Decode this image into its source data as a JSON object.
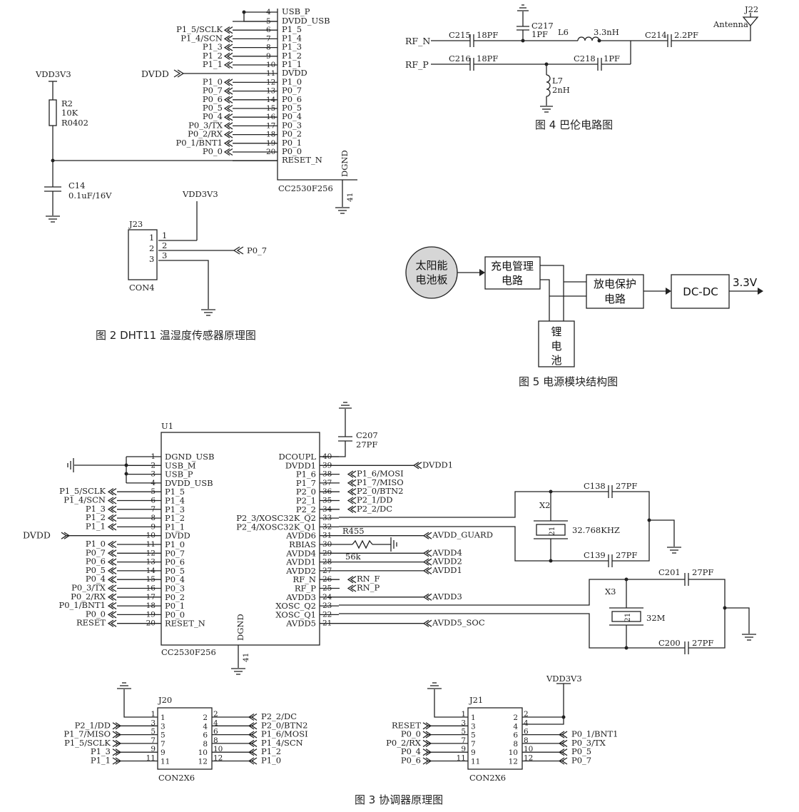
{
  "fig2": {
    "caption": "图 2   DHT11 温湿度传感器原理图",
    "chip_name": "CC2530F256",
    "dgnd": "DGND",
    "dgnd_pin": "41",
    "pins": [
      {
        "num": "4",
        "name": "USB_P",
        "net": ""
      },
      {
        "num": "5",
        "name": "DVDD_USB",
        "net": ""
      },
      {
        "num": "6",
        "name": "P1_5",
        "net": "P1_5/SCLK"
      },
      {
        "num": "7",
        "name": "P1_4",
        "net": "P1_4/SCN"
      },
      {
        "num": "8",
        "name": "P1_3",
        "net": "P1_3"
      },
      {
        "num": "9",
        "name": "P1_2",
        "net": "P1_2"
      },
      {
        "num": "10",
        "name": "P1_1",
        "net": "P1_1"
      },
      {
        "num": "11",
        "name": "DVDD",
        "net": ""
      },
      {
        "num": "12",
        "name": "P1_0",
        "net": "P1_0"
      },
      {
        "num": "13",
        "name": "P0_7",
        "net": "P0_7"
      },
      {
        "num": "14",
        "name": "P0_6",
        "net": "P0_6"
      },
      {
        "num": "15",
        "name": "P0_5",
        "net": "P0_5"
      },
      {
        "num": "16",
        "name": "P0_4",
        "net": "P0_4"
      },
      {
        "num": "17",
        "name": "P0_3",
        "net": "P0_3/TX"
      },
      {
        "num": "18",
        "name": "P0_2",
        "net": "P0_2/RX"
      },
      {
        "num": "19",
        "name": "P0_1",
        "net": "P0_1/BNT1"
      },
      {
        "num": "20",
        "name": "P0_0",
        "net": "P0_0"
      },
      {
        "num": "",
        "name": "RESET_N",
        "net": ""
      }
    ],
    "dvdd": "DVDD",
    "vdd1": "VDD3V3",
    "r2_ref": "R2",
    "r2_val": "10K",
    "r2_pkg": "R0402",
    "c14_ref": "C14",
    "c14_val": "0.1uF/16V",
    "vdd2": "VDD3V3",
    "j23_ref": "J23",
    "j23_name": "CON4",
    "j23_pins": [
      "1",
      "2",
      "3"
    ],
    "j23_inner": [
      "1",
      "2",
      "3"
    ],
    "p07": "P0_7"
  },
  "fig4": {
    "caption": "图 4   巴伦电路图",
    "rf_n": "RF_N",
    "rf_p": "RF_P",
    "c215": "C215",
    "c215_v": "18PF",
    "c216": "C216",
    "c216_v": "18PF",
    "c217": "C217",
    "c217_v": "1PF",
    "c218": "C218",
    "c218_v": "1PF",
    "c214": "C214",
    "c214_v": "2.2PF",
    "l6": "L6",
    "l6_v": "3.3nH",
    "l7": "L7",
    "l7_v": "2nH",
    "j22": "J22",
    "antenna": "Antenna"
  },
  "fig5": {
    "caption": "图 5   电源模块结构图",
    "solar": [
      "太阳能",
      "电池板"
    ],
    "charge": [
      "充电管理",
      "电路"
    ],
    "discharge": [
      "放电保护",
      "电路"
    ],
    "dcdc": "DC-DC",
    "battery": [
      "锂",
      "电",
      "池"
    ],
    "out": "3.3V"
  },
  "fig3": {
    "caption": "图 3   协调器原理图",
    "u1": "U1",
    "chip_name": "CC2530F256",
    "dgnd": "DGND",
    "dgnd_pin": "41",
    "left_pins": [
      {
        "num": "1",
        "name": "DGND_USB",
        "net": ""
      },
      {
        "num": "2",
        "name": "USB_M",
        "net": ""
      },
      {
        "num": "3",
        "name": "USB_P",
        "net": ""
      },
      {
        "num": "4",
        "name": "DVDD_USB",
        "net": ""
      },
      {
        "num": "5",
        "name": "P1_5",
        "net": "P1_5/SCLK"
      },
      {
        "num": "6",
        "name": "P1_4",
        "net": "P1_4/SCN"
      },
      {
        "num": "7",
        "name": "P1_3",
        "net": "P1_3"
      },
      {
        "num": "8",
        "name": "P1_2",
        "net": "P1_2"
      },
      {
        "num": "9",
        "name": "P1_1",
        "net": "P1_1"
      },
      {
        "num": "10",
        "name": "DVDD",
        "net": "DVDD"
      },
      {
        "num": "11",
        "name": "P1_0",
        "net": "P1_0"
      },
      {
        "num": "12",
        "name": "P0_7",
        "net": "P0_7"
      },
      {
        "num": "13",
        "name": "P0_6",
        "net": "P0_6"
      },
      {
        "num": "14",
        "name": "P0_5",
        "net": "P0_5"
      },
      {
        "num": "15",
        "name": "P0_4",
        "net": "P0_4"
      },
      {
        "num": "16",
        "name": "P0_3",
        "net": "P0_3/TX"
      },
      {
        "num": "17",
        "name": "P0_2",
        "net": "P0_2/RX"
      },
      {
        "num": "18",
        "name": "P0_1",
        "net": "P0_1/BNT1"
      },
      {
        "num": "19",
        "name": "P0_0",
        "net": "P0_0"
      },
      {
        "num": "20",
        "name": "RESET_N",
        "net": "RESET"
      }
    ],
    "right_pins": [
      {
        "num": "40",
        "name": "DCOUPL",
        "net": ""
      },
      {
        "num": "39",
        "name": "DVDD1",
        "net": "DVDD1"
      },
      {
        "num": "38",
        "name": "P1_6",
        "net": "P1_6/MOSI"
      },
      {
        "num": "37",
        "name": "P1_7",
        "net": "P1_7/MISO"
      },
      {
        "num": "36",
        "name": "P2_0",
        "net": "P2_0/BTN2"
      },
      {
        "num": "35",
        "name": "P2_1",
        "net": "P2_1/DD"
      },
      {
        "num": "34",
        "name": "P2_2",
        "net": "P2_2/DC"
      },
      {
        "num": "33",
        "name": "P2_3/XOSC32K_Q2",
        "net": ""
      },
      {
        "num": "32",
        "name": "P2_4/XOSC32K_Q1",
        "net": ""
      },
      {
        "num": "31",
        "name": "AVDD6",
        "net": "AVDD_GUARD"
      },
      {
        "num": "30",
        "name": "RBIAS",
        "net": ""
      },
      {
        "num": "29",
        "name": "AVDD4",
        "net": "AVDD4"
      },
      {
        "num": "28",
        "name": "AVDD1",
        "net": "AVDD2"
      },
      {
        "num": "27",
        "name": "AVDD2",
        "net": "AVDD1"
      },
      {
        "num": "26",
        "name": "RF_N",
        "net": "RN_F"
      },
      {
        "num": "25",
        "name": "RF_P",
        "net": "RN_P"
      },
      {
        "num": "24",
        "name": "AVDD3",
        "net": "AVDD3"
      },
      {
        "num": "23",
        "name": "XOSC_Q2",
        "net": ""
      },
      {
        "num": "22",
        "name": "XOSC_Q1",
        "net": ""
      },
      {
        "num": "21",
        "name": "AVDD5",
        "net": "AVDD5_SOC"
      }
    ],
    "c207": "C207",
    "c207_v": "27PF",
    "r455": "R455",
    "r455_v": "56k",
    "x2": "X2",
    "x2_v": "32.768KHZ",
    "x2_pins": "21",
    "c138": "C138",
    "c138_v": "27PF",
    "c139": "C139",
    "c139_v": "27PF",
    "x3": "X3",
    "x3_v": "32M",
    "x3_pins": "21",
    "c201": "C201",
    "c201_v": "27PF",
    "c200": "C200",
    "c200_v": "27PF",
    "j20": "J20",
    "j20_name": "CON2X6",
    "j20_left": [
      "",
      "P2_1/DD",
      "P1_7/MISO",
      "P1_5/SCLK",
      "P1_3",
      "P1_1"
    ],
    "j20_right": [
      "P2_2/DC",
      "P2_0/BTN2",
      "P1_6/MOSI",
      "P1_4/SCN",
      "P1_2",
      "P1_0"
    ],
    "j21": "J21",
    "j21_name": "CON2X6",
    "j21_vdd": "VDD3V3",
    "j21_left": [
      "",
      "RESET",
      "P0_0",
      "P0_2/RX",
      "P0_4",
      "P0_6"
    ],
    "j21_right": [
      "",
      "",
      "P0_1/BNT1",
      "P0_3/TX",
      "P0_5",
      "P0_7"
    ],
    "con_left_nums": [
      "1",
      "3",
      "5",
      "7",
      "9",
      "11"
    ],
    "con_right_nums": [
      "2",
      "4",
      "6",
      "8",
      "10",
      "12"
    ]
  }
}
